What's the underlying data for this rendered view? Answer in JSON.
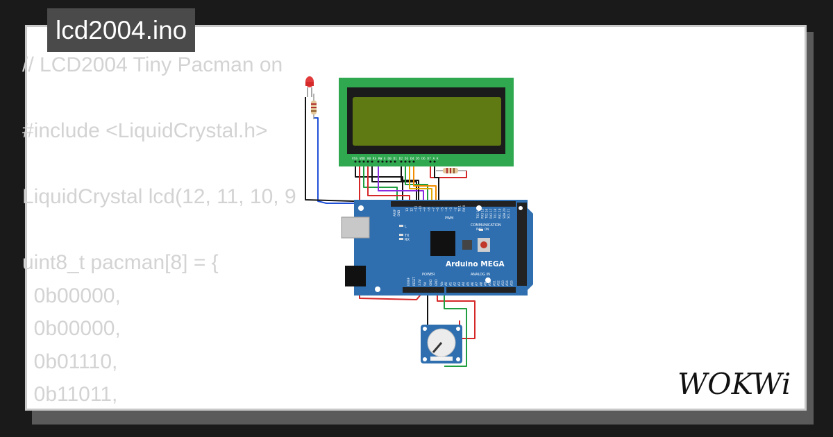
{
  "title": "lcd2004.ino",
  "code_lines": [
    "// LCD2004 Tiny Pacman on",
    "",
    "#include <LiquidCrystal.h>",
    "",
    "LiquidCrystal lcd(12, 11, 10, 9",
    "",
    "uint8_t pacman[8] = {",
    "  0b00000,",
    "  0b00000,",
    "  0b01110,",
    "  0b11011,"
  ],
  "board": {
    "name": "Arduino MEGA",
    "pwm_label": "PWM",
    "communication_label": "COMMUNICATION",
    "power_label": "POWER",
    "analog_label": "ANALOG IN",
    "led_label": "L",
    "tx_label": "TX",
    "rx_label": "RX",
    "pwr_label": "PWR",
    "on_label": "ON",
    "aref_label": "AREF",
    "gnd_label": "GND",
    "power_pins": [
      "IOREF",
      "RESET",
      "3.3V",
      "5V",
      "GND",
      "GND",
      "Vin"
    ],
    "analog_pins": [
      "A0",
      "A1",
      "A2",
      "A3",
      "A4",
      "A5",
      "A6",
      "A7",
      "A8",
      "A9",
      "A10",
      "A11",
      "A12",
      "A13",
      "A14",
      "A15"
    ],
    "digital_pins": [
      "13",
      "12",
      "~11",
      "~10",
      "~9",
      "~8",
      "~7",
      "~6",
      "~5",
      "~4",
      "~3",
      "~2",
      "TX 1",
      "RX 0"
    ],
    "comm_pins": [
      "TX3 14",
      "RX3 15",
      "TX2 16",
      "RX2 17",
      "TX1 18",
      "RX1 19",
      "SDA 20",
      "SCL 21"
    ]
  },
  "lcd": {
    "pin_labels": [
      "VSS",
      "VDD",
      "V0",
      "RS",
      "RW",
      "E",
      "D0",
      "D1",
      "D2",
      "D3",
      "D4",
      "D5",
      "D6",
      "D7",
      "A",
      "K"
    ]
  },
  "brand": "WOKWi",
  "colors": {
    "board_blue": "#2f6fb0",
    "lcd_pcb": "#2fa84f",
    "lcd_screen": "#5f7a12",
    "led_red": "#e23b3b",
    "wire_red": "#d62728",
    "wire_blue": "#1f4fd6",
    "wire_black": "#111111",
    "wire_green": "#1f9e3f",
    "wire_purple": "#8a2be2",
    "wire_gold": "#e0a800",
    "wire_orange": "#f08c00"
  },
  "icons": [
    "led-icon",
    "resistor-icon",
    "potentiometer-icon",
    "usb-port-icon",
    "power-jack-icon",
    "reset-button-icon"
  ]
}
